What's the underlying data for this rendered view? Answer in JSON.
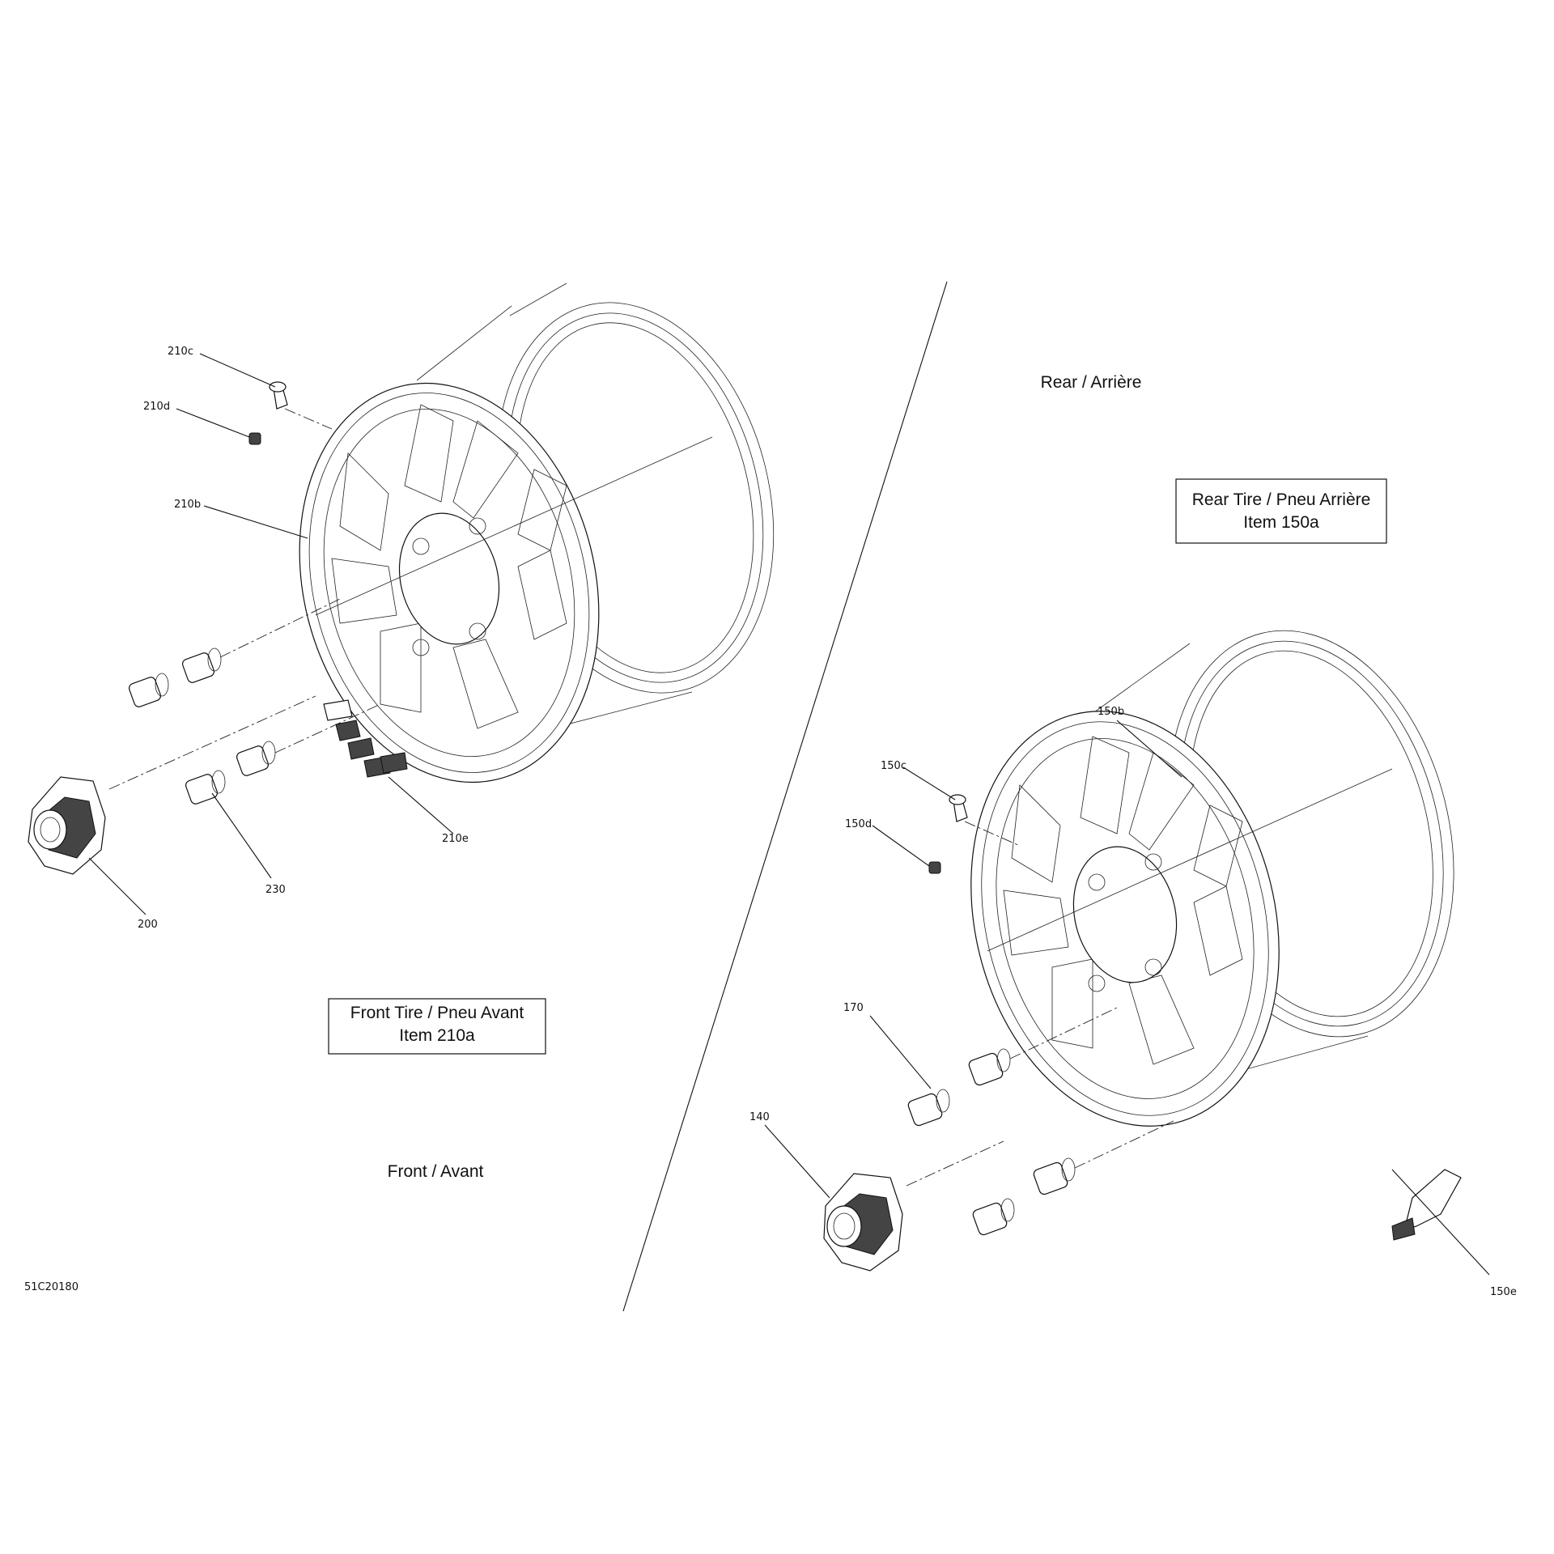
{
  "diagram_id": "51C20180",
  "sections": {
    "front": "Front / Avant",
    "rear": "Rear / Arrière"
  },
  "boxes": {
    "front": {
      "line1": "Front Tire / Pneu Avant",
      "line2": "Item 210a"
    },
    "rear": {
      "line1": "Rear Tire / Pneu Arrière",
      "line2": "Item 150a"
    }
  },
  "callouts": {
    "c210c": "210c",
    "c210d": "210d",
    "c210b": "210b",
    "c210e": "210e",
    "c230": "230",
    "c200": "200",
    "c150b": "150b",
    "c150c": "150c",
    "c150d": "150d",
    "c170": "170",
    "c140": "140",
    "c150e": "150e"
  }
}
